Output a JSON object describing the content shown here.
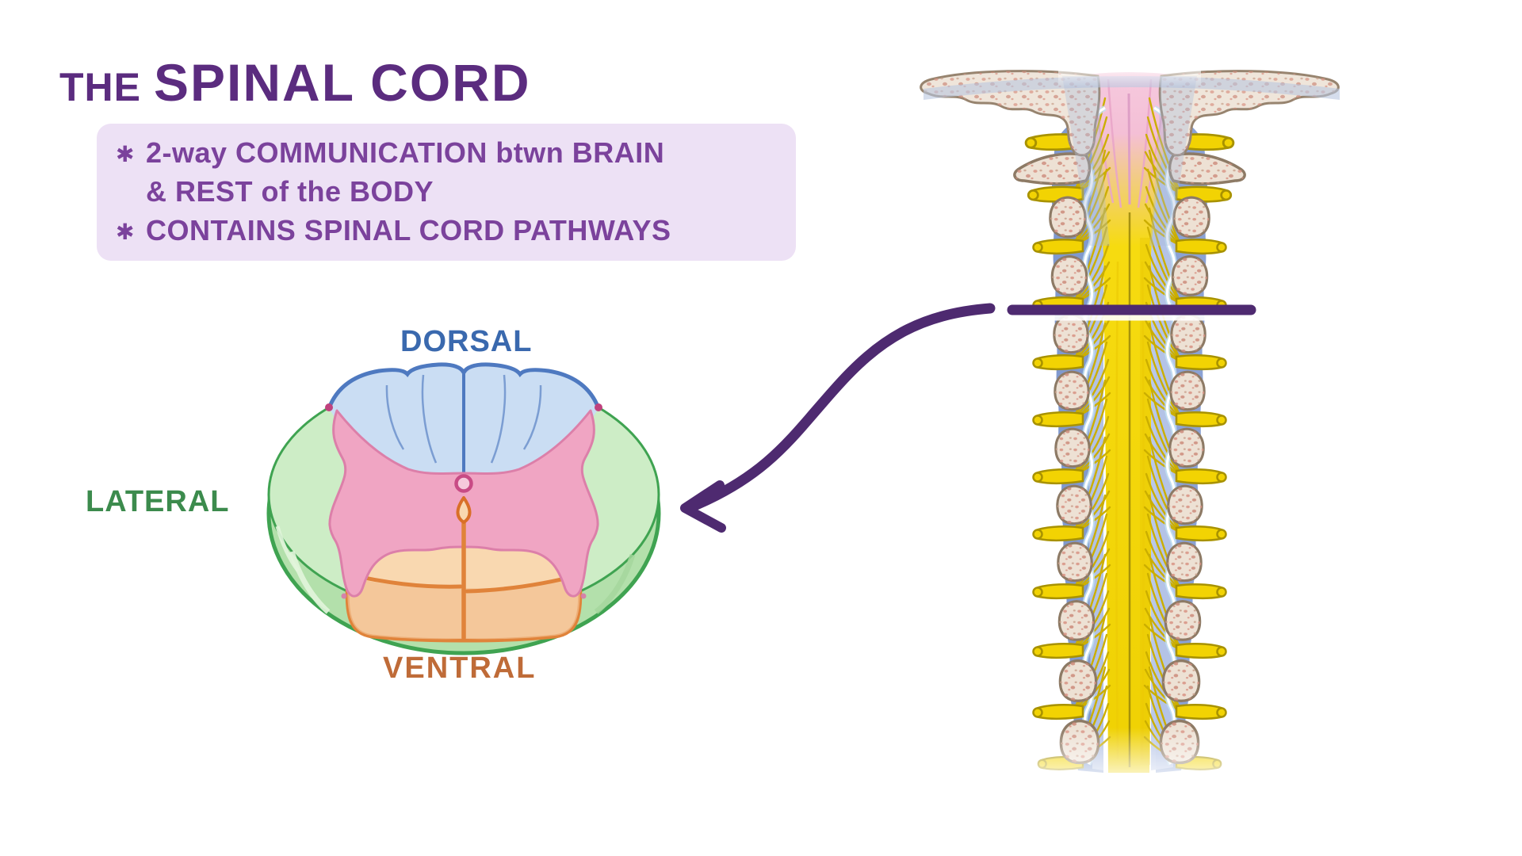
{
  "title": {
    "prefix": "THE",
    "main": "SPINAL CORD"
  },
  "notes": {
    "bullet_marker": "✱",
    "items": [
      {
        "lines": [
          "2-way COMMUNICATION btwn BRAIN",
          "& REST of the BODY"
        ]
      },
      {
        "lines": [
          "CONTAINS SPINAL CORD PATHWAYS"
        ]
      }
    ]
  },
  "cross_section": {
    "dorsal_label": "DORSAL",
    "lateral_label": "LATERAL",
    "ventral_label": "VENTRAL"
  },
  "colors": {
    "title_purple": "#5B2C7F",
    "note_text_purple": "#7B429C",
    "note_box_bg": "#EDE1F5",
    "dorsal_blue": "#3A69AE",
    "lateral_green": "#3C8B4D",
    "ventral_orange": "#BF6B38",
    "arrow_purple": "#4E2A70",
    "gray_matter_pink": "#F0A5C3",
    "white_matter_green": "#CDEDC6",
    "dorsal_columns_blue": "#CADDF3",
    "ventral_columns_peach": "#F9D8B0",
    "cord_yellow": "#F5D905"
  }
}
